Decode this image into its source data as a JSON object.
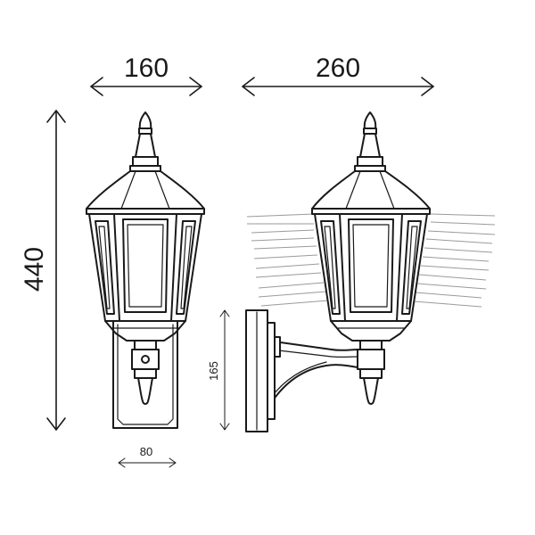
{
  "dimensions": {
    "front_width": "160",
    "side_depth": "260",
    "height": "440",
    "base_width": "80",
    "mount_height": "165"
  }
}
